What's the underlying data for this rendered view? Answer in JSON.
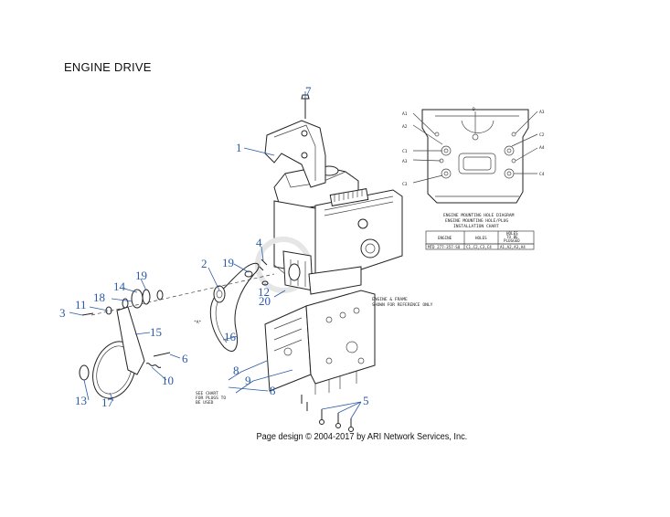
{
  "page_title": "ENGINE DRIVE",
  "copyright": "Page design © 2004-2017 by ARI Network Services, Inc.",
  "callouts": {
    "c1": "1",
    "c2": "2",
    "c3": "3",
    "c4": "4",
    "c5": "5",
    "c6": "6",
    "c7": "7",
    "c8a": "8",
    "c8b": "8",
    "c9": "9",
    "c10": "10",
    "c11": "11",
    "c12": "12",
    "c13": "13",
    "c14": "14",
    "c15": "15",
    "c16": "16",
    "c17": "17",
    "c18": "18",
    "c19a": "19",
    "c19b": "19",
    "c20": "20"
  },
  "notes": {
    "frame_ref_1": "ENGINE & FRAME",
    "frame_ref_2": "SHOWN FOR REFERENCE ONLY",
    "see_chart_1": "SEE CHART",
    "see_chart_2": "FOR PLUGS TO",
    "see_chart_3": "BE USED",
    "star_mark": "*A*"
  },
  "inset": {
    "labels": {
      "a1_left": "A1",
      "a2_left": "A2",
      "a3_right": "A3",
      "a4_right": "A4",
      "d_top": "D",
      "c1_left": "C1",
      "a3_left": "A3",
      "c3_left": "C3",
      "c2_right": "C2",
      "c4_right": "C4"
    },
    "title_1": "ENGINE MOUNTING HOLE DIAGRAM",
    "title_2": "ENGINE MOUNTING HOLE/PLUG",
    "title_3": "INSTALLATION CHART",
    "chart_headers": {
      "engine": "ENGINE",
      "holes": "HOLES",
      "plugged_1": "HOLES",
      "plugged_2": "TO BE",
      "plugged_3": "PLUGGED"
    },
    "chart_row": {
      "engine": "MTD 277-357-SU",
      "holes": "C1,C2,C3,C4",
      "plugged": "A1,A2,A3,A4"
    }
  },
  "colors": {
    "callout": "#2a5aa8",
    "line": "#222222"
  }
}
